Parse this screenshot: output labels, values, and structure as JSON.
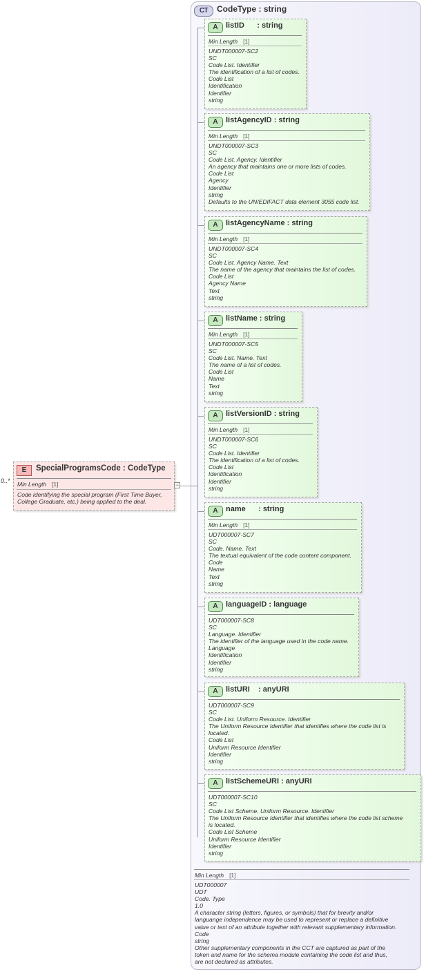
{
  "element": {
    "badge": "E",
    "name": "SpecialProgramsCode",
    "type": "CodeType",
    "multiplicity": "0..*",
    "facet_label": "Min Length",
    "facet_value": "[1]",
    "doc": [
      "Code identifying the special program (First Time Buyer,",
      "College Graduate, etc.) being applied to the deal."
    ]
  },
  "complex_type": {
    "badge": "CT",
    "name": "CodeType",
    "type": "string",
    "facet_label": "Min Length",
    "facet_value": "[1]",
    "doc": [
      "UDT000007",
      "UDT",
      "Code. Type",
      "1.0",
      "A character string (letters, figures, or symbols) that for brevity and/or",
      "languange independence may be used to represent or replace a definitive",
      "value or text of an attribute together with relevant supplementary information.",
      "Code",
      "string",
      "Other supplementary components in the CCT are captured as part of the",
      "token and name for the schema module containing the code list and thus,",
      "are not declared as attributes."
    ]
  },
  "attributes": [
    {
      "badge": "A",
      "name": "listID",
      "sep": "      : ",
      "type": "string",
      "facet_label": "Min Length",
      "facet_value": "[1]",
      "doc": [
        "UNDT000007-SC2",
        "SC",
        "Code List. Identifier",
        "The identification of a list of codes.",
        "Code List",
        "Identification",
        "Identifier",
        "string"
      ]
    },
    {
      "badge": "A",
      "name": "listAgencyID",
      "sep": " : ",
      "type": "string",
      "facet_label": "Min Length",
      "facet_value": "[1]",
      "doc": [
        "UNDT000007-SC3",
        "SC",
        "Code List. Agency. Identifier",
        "An agency that maintains one or more lists of codes.",
        "Code List",
        "Agency",
        "Identifier",
        "string",
        "Defaults to the UN/EDIFACT data element 3055 code list."
      ]
    },
    {
      "badge": "A",
      "name": "listAgencyName",
      "sep": " : ",
      "type": "string",
      "facet_label": "Min Length",
      "facet_value": "[1]",
      "doc": [
        "UNDT000007-SC4",
        "SC",
        "Code List. Agency Name. Text",
        "The name of the agency that maintains the list of codes.",
        "Code List",
        "Agency Name",
        "Text",
        "string"
      ]
    },
    {
      "badge": "A",
      "name": "listName",
      "sep": " : ",
      "type": "string",
      "facet_label": "Min Length",
      "facet_value": "[1]",
      "doc": [
        "UNDT000007-SC5",
        "SC",
        "Code List. Name. Text",
        "The name of a list of codes.",
        "Code List",
        "Name",
        "Text",
        "string"
      ]
    },
    {
      "badge": "A",
      "name": "listVersionID",
      "sep": " : ",
      "type": "string",
      "facet_label": "Min Length",
      "facet_value": "[1]",
      "doc": [
        "UNDT000007-SC6",
        "SC",
        "Code List. Identifier",
        "The identification of a list of codes.",
        "Code List",
        "Identification",
        "Identifier",
        "string"
      ]
    },
    {
      "badge": "A",
      "name": "name",
      "sep": "      : ",
      "type": "string",
      "facet_label": "Min Length",
      "facet_value": "[1]",
      "doc": [
        "UDT000007-SC7",
        "SC",
        "Code. Name. Text",
        "The textual equivalent of the code content component.",
        "Code",
        "Name",
        "Text",
        "string"
      ]
    },
    {
      "badge": "A",
      "name": "languageID",
      "sep": " : ",
      "type": "language",
      "doc": [
        "UDT000007-SC8",
        "SC",
        "Language. Identifier",
        "The identifier of the language used in the code name.",
        "Language",
        "Identification",
        "Identifier",
        "string"
      ]
    },
    {
      "badge": "A",
      "name": "listURI",
      "sep": "    : ",
      "type": "anyURI",
      "doc": [
        "UDT000007-SC9",
        "SC",
        "Code List. Uniform Resource. Identifier",
        "The Uniform Resource Identifier that identifies where the code list is",
        "located.",
        "Code List",
        "Uniform Resource Identifier",
        "Identifier",
        "string"
      ]
    },
    {
      "badge": "A",
      "name": "listSchemeURI",
      "sep": " : ",
      "type": "anyURI",
      "doc": [
        "UDT000007-SC10",
        "SC",
        "Code List Scheme. Uniform Resource. Identifier",
        "The Uniform Resource Identifier that identifies where the code list scheme",
        "is located.",
        "Code List Scheme",
        "Uniform Resource Identifier",
        "Identifier",
        "string"
      ]
    }
  ]
}
